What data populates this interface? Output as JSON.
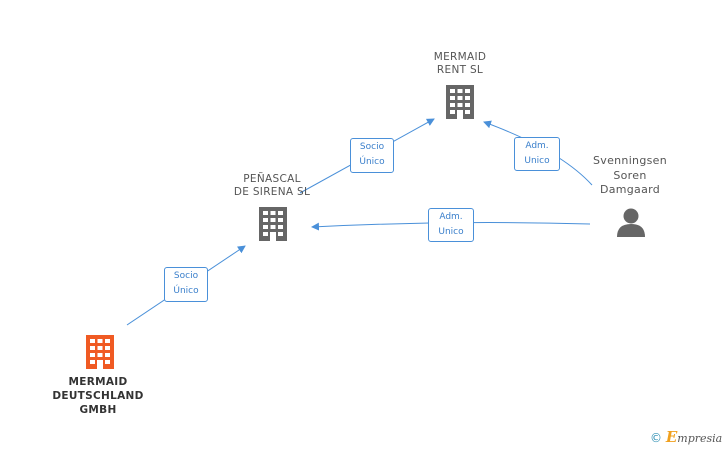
{
  "nodes": {
    "mermaid_rent": {
      "lines": [
        "MERMAID",
        "RENT  SL"
      ],
      "icon": "building-icon",
      "color": "#666666"
    },
    "penascal": {
      "lines": [
        "PEÑASCAL",
        "DE SIRENA  SL"
      ],
      "icon": "building-icon",
      "color": "#666666"
    },
    "mermaid_deutschland": {
      "lines": [
        "MERMAID",
        "DEUTSCHLAND",
        "GMBH"
      ],
      "icon": "building-icon",
      "color": "#f05a23"
    },
    "svenningsen": {
      "lines": [
        "Svenningsen",
        "Soren",
        "Damgaard"
      ],
      "icon": "person-icon",
      "color": "#666666"
    }
  },
  "edges": {
    "deutschland_to_penascal": {
      "lines": [
        "Socio",
        "Único"
      ]
    },
    "penascal_to_rent": {
      "lines": [
        "Socio",
        "Único"
      ]
    },
    "svenningsen_to_rent": {
      "lines": [
        "Adm.",
        "Unico"
      ]
    },
    "svenningsen_to_penascal": {
      "lines": [
        "Adm.",
        "Unico"
      ]
    }
  },
  "colors": {
    "edge": "#4a90d9",
    "edge_text": "#3a7fcb"
  },
  "watermark": {
    "copyright": "©",
    "brand_initial": "E",
    "brand_rest": "mpresia"
  }
}
